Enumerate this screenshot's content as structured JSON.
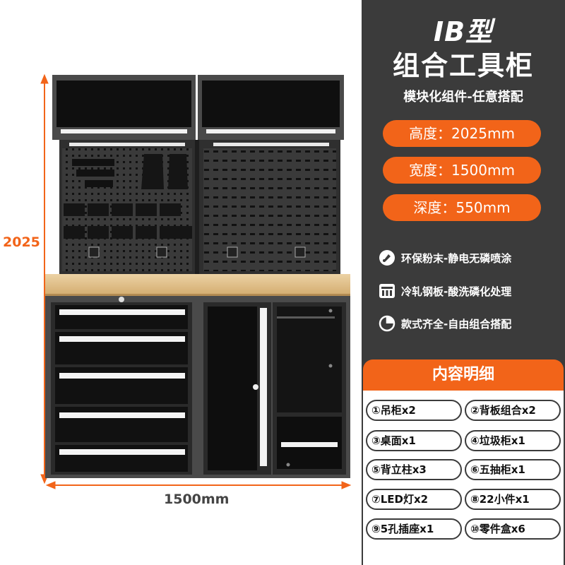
{
  "header": {
    "model": "IB型",
    "product": "组合工具柜",
    "tagline": "模块化组件-任意搭配"
  },
  "specs": [
    {
      "label": "高度：2025mm"
    },
    {
      "label": "宽度：1500mm"
    },
    {
      "label": "深度：550mm"
    }
  ],
  "features": [
    {
      "icon": "paint-brush-icon",
      "text": "环保粉末-静电无磷喷涂"
    },
    {
      "icon": "steel-plate-icon",
      "text": "冷轧钢板-酸洗磷化处理"
    },
    {
      "icon": "pie-chart-icon",
      "text": "款式齐全-自由组合搭配"
    }
  ],
  "details": {
    "title": "内容明细",
    "items": [
      "①吊柜x2",
      "②背板组合x2",
      "③桌面x1",
      "④垃圾柜x1",
      "⑤背立柱x3",
      "⑥五抽柜x1",
      "⑦LED灯x2",
      "⑧22小件x1",
      "⑨5孔插座x1",
      "⑩零件盒x6"
    ]
  },
  "dimensions": {
    "height_label": "2025",
    "width_label": "1500mm"
  },
  "colors": {
    "accent": "#f26419",
    "panel": "#3b3b3b",
    "cabinet_frame": "#4a4a4a",
    "cabinet_dark": "#111111",
    "worktop": "#e2c391"
  }
}
